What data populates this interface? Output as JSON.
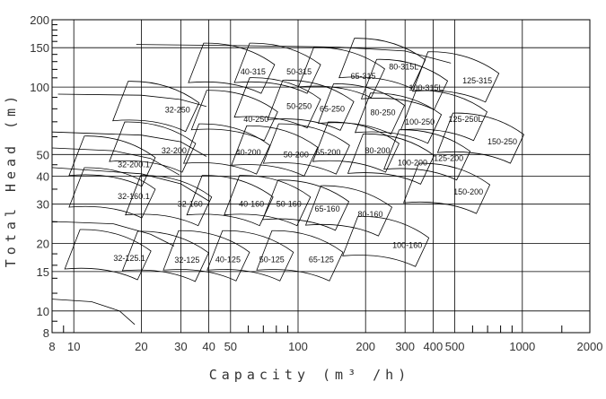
{
  "chart_data": {
    "type": "diagram",
    "title": "",
    "xlabel": "Capacity (m³ /h)",
    "ylabel": "Total Head (m)",
    "xscale": "log",
    "yscale": "log",
    "xlim": [
      8,
      2000
    ],
    "ylim": [
      8,
      200
    ],
    "grid": true,
    "x_ticks": [
      8,
      10,
      20,
      30,
      40,
      50,
      100,
      200,
      300,
      400,
      500,
      1000,
      2000
    ],
    "y_ticks": [
      8,
      10,
      15,
      20,
      30,
      40,
      50,
      100,
      150,
      200
    ],
    "x_gridlines": [
      10,
      20,
      30,
      40,
      50,
      100,
      200,
      300,
      400,
      500,
      1000
    ],
    "y_gridlines": [
      10,
      15,
      20,
      30,
      40,
      50,
      100,
      150
    ],
    "line_color": "#000000",
    "regions": [
      {
        "label": "40-315",
        "q": 63,
        "h": 117
      },
      {
        "label": "50-315",
        "q": 101,
        "h": 117
      },
      {
        "label": "65-315",
        "q": 195,
        "h": 112
      },
      {
        "label": "80-315L",
        "q": 296,
        "h": 123
      },
      {
        "label": "100-315L",
        "q": 372,
        "h": 99
      },
      {
        "label": "125-315",
        "q": 630,
        "h": 107
      },
      {
        "label": "32-250",
        "q": 29,
        "h": 79
      },
      {
        "label": "40-250",
        "q": 65,
        "h": 72
      },
      {
        "label": "50-250",
        "q": 101,
        "h": 82
      },
      {
        "label": "65-250",
        "q": 142,
        "h": 80
      },
      {
        "label": "80-250",
        "q": 239,
        "h": 77
      },
      {
        "label": "100-250",
        "q": 349,
        "h": 70
      },
      {
        "label": "125-250L",
        "q": 558,
        "h": 72
      },
      {
        "label": "150-250",
        "q": 814,
        "h": 57
      },
      {
        "label": "32-200",
        "q": 28,
        "h": 52
      },
      {
        "label": "40-200",
        "q": 60,
        "h": 51
      },
      {
        "label": "50-200",
        "q": 98,
        "h": 50
      },
      {
        "label": "65-200",
        "q": 136,
        "h": 51
      },
      {
        "label": "80-200",
        "q": 226,
        "h": 52
      },
      {
        "label": "100-200",
        "q": 324,
        "h": 46
      },
      {
        "label": "125-200",
        "q": 469,
        "h": 48
      },
      {
        "label": "150-200",
        "q": 574,
        "h": 34
      },
      {
        "label": "32-200.1",
        "q": 18.5,
        "h": 45
      },
      {
        "label": "32-160.1",
        "q": 18.5,
        "h": 32.5
      },
      {
        "label": "32-160",
        "q": 33,
        "h": 30
      },
      {
        "label": "40-160",
        "q": 62,
        "h": 30
      },
      {
        "label": "50-160",
        "q": 91,
        "h": 30
      },
      {
        "label": "65-160",
        "q": 135,
        "h": 28.6
      },
      {
        "label": "80-160",
        "q": 210,
        "h": 27
      },
      {
        "label": "100-160",
        "q": 307,
        "h": 19.7
      },
      {
        "label": "32-125.1",
        "q": 17.7,
        "h": 17.2
      },
      {
        "label": "32-125",
        "q": 32,
        "h": 16.9
      },
      {
        "label": "40-125",
        "q": 48.7,
        "h": 17
      },
      {
        "label": "50-125",
        "q": 76.4,
        "h": 17
      },
      {
        "label": "65-125",
        "q": 127,
        "h": 17
      }
    ],
    "envelope_curves": [
      [
        [
          19,
          155
        ],
        [
          60,
          153
        ],
        [
          150,
          151
        ],
        [
          300,
          145
        ],
        [
          480,
          128
        ]
      ],
      [
        [
          8.5,
          93
        ],
        [
          20,
          92
        ],
        [
          30,
          88
        ],
        [
          39,
          82
        ]
      ],
      [
        [
          8,
          63
        ],
        [
          20,
          61
        ],
        [
          30,
          57
        ],
        [
          39,
          49
        ]
      ],
      [
        [
          8,
          53.5
        ],
        [
          15,
          52
        ],
        [
          22,
          48
        ],
        [
          29.6,
          40.5
        ]
      ],
      [
        [
          8,
          43.7
        ],
        [
          20,
          41
        ],
        [
          30,
          37
        ],
        [
          40,
          31
        ]
      ],
      [
        [
          8,
          25.1
        ],
        [
          15,
          24.5
        ],
        [
          22,
          22
        ],
        [
          28,
          19.5
        ]
      ],
      [
        [
          8,
          11.3
        ],
        [
          12,
          11
        ],
        [
          16,
          10
        ],
        [
          18.7,
          8.7
        ]
      ]
    ]
  }
}
